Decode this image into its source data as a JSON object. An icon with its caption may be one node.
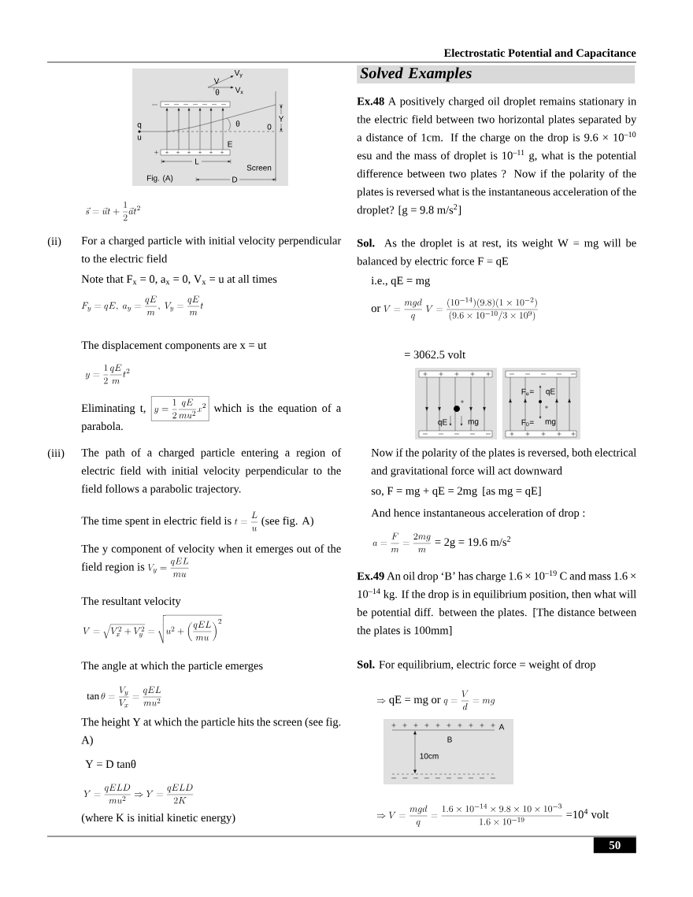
{
  "diagram": {
    "title": "Electrostatic Potential and Capacitance",
    "labels": [
      "V",
      "V$_{y}$",
      "θ",
      "V$_{x}$",
      "q",
      "u",
      "θ",
      "0",
      "Y",
      "E",
      "L",
      "Screen",
      "Fig. (A)",
      "D",
      "\\vec{s} = \\vec{u}t + \\frac{1}{2}\\vec{a}t^{2}",
      "(ii)",
      "For a charged particle with initial velocity perpendicular to the electric field",
      "Note that F$_{x}$ = 0, a$_{x}$ = 0, V$_{x}$ = u at all times",
      "F_{y} = qE,\\ a_{y} = \\frac{qE}{m},\\ V_{y} = \\frac{qE}{m}t",
      "The displacement components are x = ut",
      "y = \\frac{1}{2}\\frac{qE}{m}t^{2}",
      "Eliminating t,",
      "y = \\frac{1}{2}\\frac{qE}{mu^{2}}x^{2}",
      "which is the equation of a parabola.",
      "(iii)",
      "The path of a charged particle entering a region of electric field with initial velocity perpendicular to the field follows a parabolic trajectory.",
      "The time spent in electric field is",
      "t = \\frac{L}{u}",
      "(see fig. A)",
      "The y component of velocity when it emerges out of the field region is",
      "V_{y} = \\frac{qEL}{mu}",
      "The resultant velocity",
      "V = \\sqrt{V_{x}^{2} + V_{y}^{2}} = \\sqrt{u^{2} + \\left(\\frac{qEL}{mu}\\right)^{2}}",
      "The angle at which the particle emerges",
      "\\tan\\theta = \\frac{V_{y}}{V_{x}} = \\frac{qEL}{mu^{2}}",
      "The height Y at which the particle hits the screen (see fig. A)",
      "Y = D tanθ",
      "Y = \\frac{qELD}{mu^{2}} \\Rightarrow Y = \\frac{qELD}{2K}",
      "(where K is initial kinetic energy)",
      "Solved Examples",
      "**Ex.48** A positively charged oil droplet remains stationary in the electric field between two horizontal plates separated by a distance of 1cm. If the charge on the drop is 9.6 × 10$^{–10}$ esu and the mass of droplet is 10$^{–11}$ g, what is the potential difference between two plates ? Now if the polarity of the plates is reversed what is the instantaneous acceleration of the droplet? [g = 9.8 m/s$^{2}$]",
      "**Sol.** As the droplet is at rest, its weight W = mg will be balanced by electric force F = qE",
      "i.e., qE = mg",
      "or",
      "V = \\frac{mgd}{q}",
      "V = \\frac{(10^{-14})(9.8)(1\\times10^{-2})}{(9.6\\times10^{-10}/3\\times10^{9})}",
      "= 3062.5 volt",
      "qE",
      "mg",
      "F$_{e}$=",
      "qE",
      "F$_{0}$=",
      "mg",
      "Now if the polarity of the plates is reversed, both electrical and gravitational force will act downward",
      "so, F = mg + qE = 2mg",
      "[as mg = qE]",
      "And hence instantaneous acceleration of drop :",
      "a = \\frac{F}{m} = \\frac{2mg}{m}",
      "= 2g = 19.6 m/s$^{2}$",
      "**Ex.49** An oil drop ‘B’ has charge 1.6 × 10$^{–19}$ C and mass 1.6 × 10$^{–14}$ kg. If the drop is in equilibrium position, then what will be potential diff. between the plates. [The distance between the plates is 100mm]",
      "**Sol.** For equilibrium, electric force = weight of drop",
      "\\Rightarrow",
      "qE = mg",
      "or",
      "q = \\frac{V}{d} = mg",
      "A",
      "B",
      "10cm",
      "\\Rightarrow V = \\frac{mgd}{q} = \\frac{1.6\\times10^{-14}\\times9.8\\times10\\times10^{-3}}{1.6\\times10^{-19}}",
      "=10$^{4}$ volt",
      "50"
    ]
  }
}
